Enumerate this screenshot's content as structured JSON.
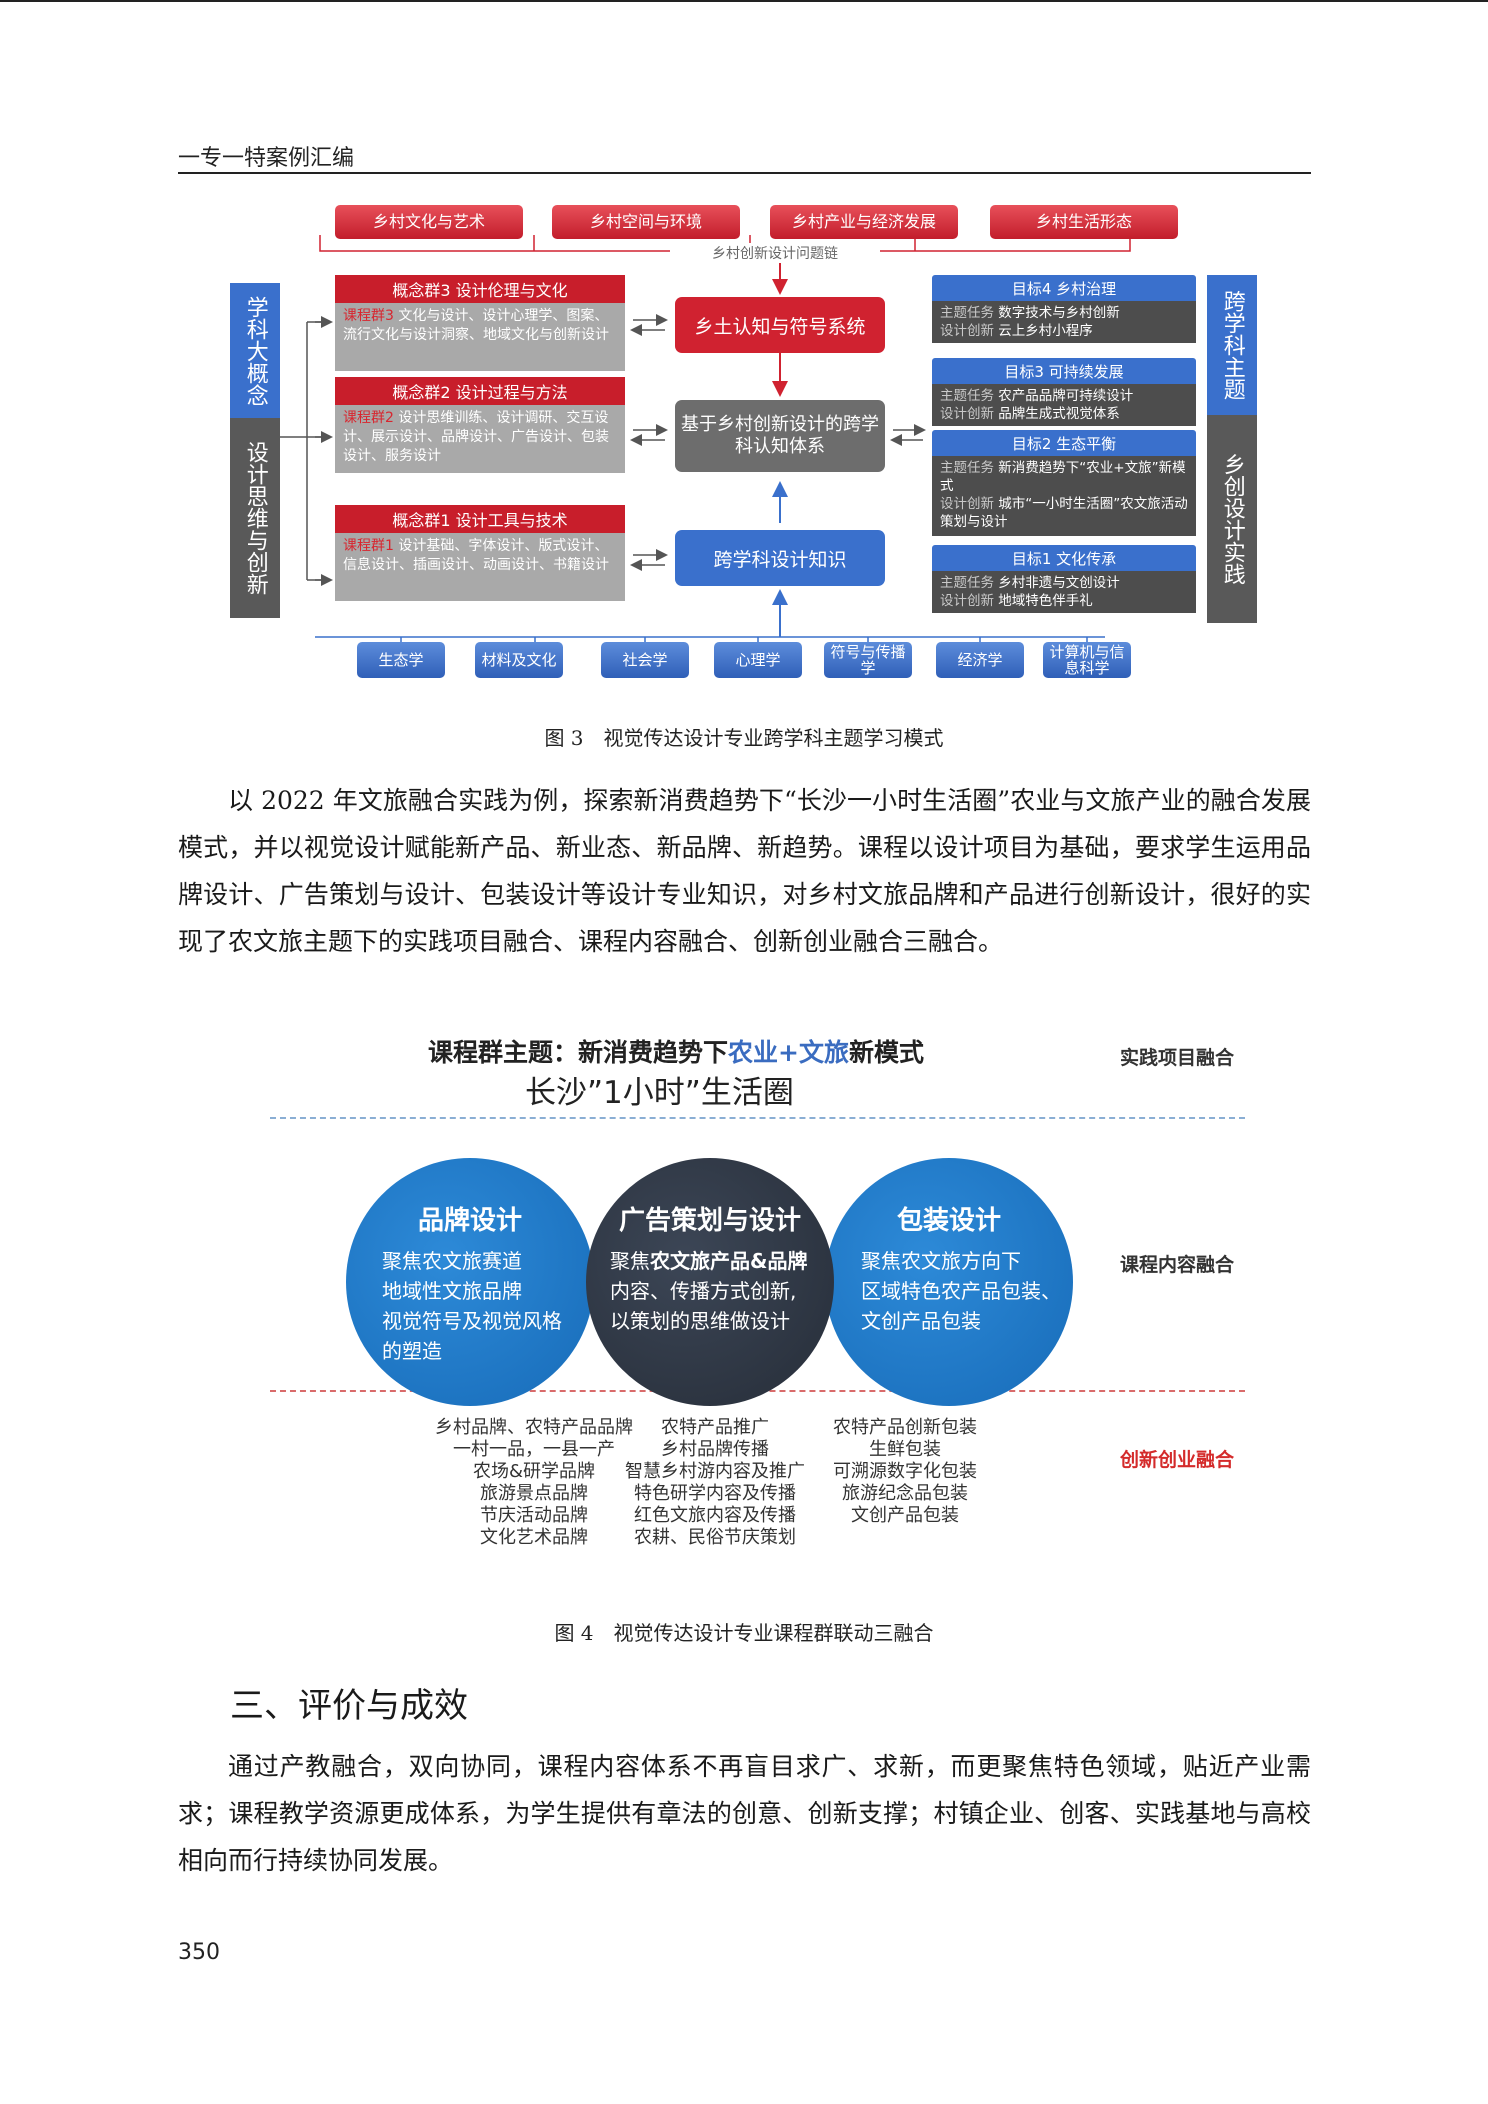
{
  "header": {
    "running_title": "一专一特案例汇编"
  },
  "figure3": {
    "top_pills": [
      "乡村文化与艺术",
      "乡村空间与环境",
      "乡村产业与经济发展",
      "乡村生活形态"
    ],
    "chain_label": "乡村创新设计问题链",
    "left_vertical_top": "学科大概念",
    "left_vertical_bottom": "设计思维与创新",
    "right_vertical_top": "跨学科主题",
    "right_vertical_bottom": "乡创设计实践",
    "concept_groups": [
      {
        "head": "概念群3  设计伦理与文化",
        "tag": "课程群3",
        "body": " 文化与设计、设计心理学、图案、流行文化与设计洞察、地域文化与创新设计"
      },
      {
        "head": "概念群2  设计过程与方法",
        "tag": "课程群2",
        "body": " 设计思维训练、设计调研、交互设计、展示设计、品牌设计、广告设计、包装设计、服务设计"
      },
      {
        "head": "概念群1  设计工具与技术",
        "tag": "课程群1",
        "body": " 设计基础、字体设计、版式设计、信息设计、插画设计、动画设计、书籍设计"
      }
    ],
    "center_top": "乡土认知与符号系统",
    "center_middle": "基于乡村创新设计的跨学科认知体系",
    "center_bottom": "跨学科设计知识",
    "goals": [
      {
        "head": "目标4  乡村治理",
        "lines": [
          [
            "主题任务",
            "数字技术与乡村创新"
          ],
          [
            "设计创新",
            "云上乡村小程序"
          ]
        ]
      },
      {
        "head": "目标3  可持续发展",
        "lines": [
          [
            "主题任务",
            "农产品品牌可持续设计"
          ],
          [
            "设计创新",
            "品牌生成式视觉体系"
          ]
        ]
      },
      {
        "head": "目标2  生态平衡",
        "lines": [
          [
            "主题任务",
            "新消费趋势下“农业+文旅”新模式"
          ],
          [
            "设计创新",
            "城市“一小时生活圈”农文旅活动策划与设计"
          ]
        ]
      },
      {
        "head": "目标1  文化传承",
        "lines": [
          [
            "主题任务",
            "乡村非遗与文创设计"
          ],
          [
            "设计创新",
            "地域特色伴手礼"
          ]
        ]
      }
    ],
    "disciplines": [
      "生态学",
      "材料及文化",
      "社会学",
      "心理学",
      "符号与传播学",
      "经济学",
      "计算机与信息科学"
    ],
    "caption": "图 3　视觉传达设计专业跨学科主题学习模式"
  },
  "paragraph1": "以 2022 年文旅融合实践为例，探索新消费趋势下“长沙一小时生活圈”农业与文旅产业的融合发展模式，并以视觉设计赋能新产品、新业态、新品牌、新趋势。课程以设计项目为基础，要求学生运用品牌设计、广告策划与设计、包装设计等设计专业知识，对乡村文旅品牌和产品进行创新设计，很好的实现了农文旅主题下的实践项目融合、课程内容融合、创新创业融合三融合。",
  "figure4": {
    "title_pre": "课程群主题：新消费趋势下",
    "title_hl": "农业+文旅",
    "title_post": "新模式",
    "subtitle": "长沙”1小时”生活圈",
    "side_labels": [
      "实践项目融合",
      "课程内容融合",
      "创新创业融合"
    ],
    "circles": [
      {
        "title": "品牌设计",
        "lines": [
          "聚焦农文旅赛道",
          "地域性文旅品牌",
          "视觉符号及视觉风格",
          "的塑造"
        ]
      },
      {
        "title": "广告策划与设计",
        "line1_pre": "聚焦",
        "line1_bold": "农文旅产品&品牌",
        "lines": [
          "内容、传播方式创新,",
          "以策划的思维做设计"
        ]
      },
      {
        "title": "包装设计",
        "lines": [
          "聚焦农文旅方向下",
          "区域特色农产品包装、",
          "文创产品包装"
        ]
      }
    ],
    "bottom_columns": [
      [
        "乡村品牌、农特产品品牌",
        "一村一品，一县一产",
        "农场&研学品牌",
        "旅游景点品牌",
        "节庆活动品牌",
        "文化艺术品牌"
      ],
      [
        "农特产品推广",
        "乡村品牌传播",
        "智慧乡村游内容及推广",
        "特色研学内容及传播",
        "红色文旅内容及传播",
        "农耕、民俗节庆策划"
      ],
      [
        "农特产品创新包装",
        "生鲜包装",
        "可溯源数字化包装",
        "旅游纪念品包装",
        "文创产品包装"
      ]
    ],
    "caption": "图 4　视觉传达设计专业课程群联动三融合"
  },
  "section_title": "三、评价与成效",
  "paragraph2": "通过产教融合，双向协同，课程内容体系不再盲目求广、求新，而更聚焦特色领域，贴近产业需求；课程教学资源更成体系，为学生提供有章法的创意、创新支撑；村镇企业、创客、实践基地与高校相向而行持续协同发展。",
  "page_number": "350"
}
